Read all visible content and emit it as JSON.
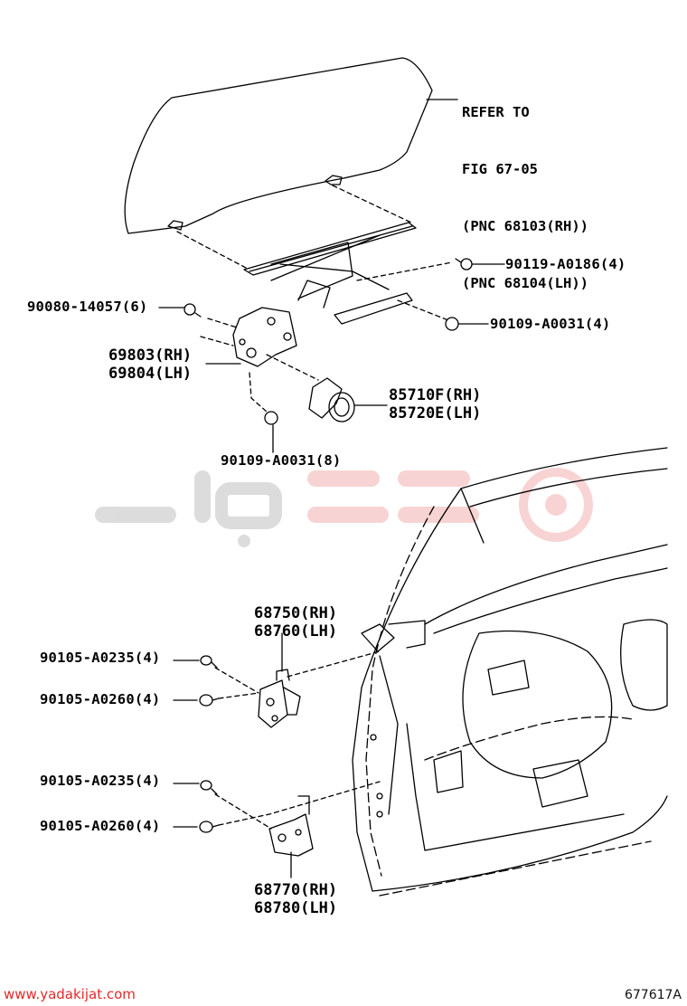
{
  "refer": {
    "line1": "REFER TO",
    "line2": "FIG 67-05",
    "line3": "(PNC 68103(RH))",
    "line4": "(PNC 68104(LH))"
  },
  "parts": {
    "p90119": "90119-A0186(4)",
    "p90080": "90080-14057(6)",
    "p90109_4": "90109-A0031(4)",
    "p69803": "69803(RH)",
    "p69804": "69804(LH)",
    "p85710": "85710F(RH)",
    "p85720": "85720E(LH)",
    "p90109_8": "90109-A0031(8)",
    "p68750": "68750(RH)",
    "p68760": "68760(LH)",
    "p90105_0235_a": "90105-A0235(4)",
    "p90105_0260_a": "90105-A0260(4)",
    "p90105_0235_b": "90105-A0235(4)",
    "p90105_0260_b": "90105-A0260(4)",
    "p68770": "68770(RH)",
    "p68780": "68780(LH)"
  },
  "footer": {
    "website": "www.yadakijat.com",
    "figure_code": "677617A"
  },
  "watermark": {
    "logo_color": "#e23b3b",
    "gray_color": "#cfcfcf"
  }
}
